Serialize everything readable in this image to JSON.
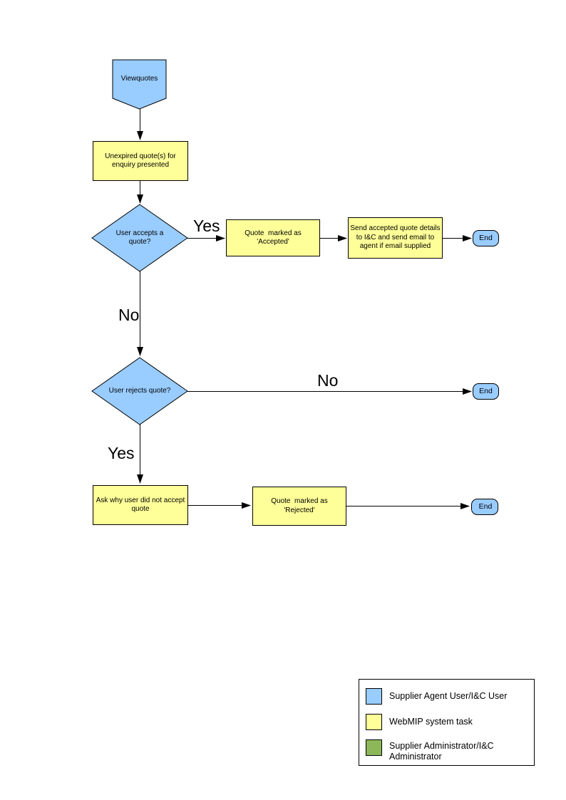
{
  "nodes": {
    "start": "Viewquotes",
    "present_quotes": "Unexpired quote(s) for enquiry presented",
    "accept_decision": "User accepts a quote?",
    "mark_accepted": "Quote  marked as 'Accepted'",
    "send_details": "Send accepted quote details to I&C and send email to agent if email supplied",
    "end_accept": "End",
    "reject_decision": "User rejects quote?",
    "end_no_reject": "End",
    "ask_why": "Ask why user did not accept quote",
    "mark_rejected": "Quote  marked as 'Rejected'",
    "end_reject": "End"
  },
  "edge_labels": {
    "accept_yes": "Yes",
    "accept_no": "No",
    "reject_no": "No",
    "reject_yes": "Yes"
  },
  "colors": {
    "user_shape": "#99CCFF",
    "system_task": "#FFFF99",
    "admin": "#8CB85A",
    "outline": "#000000"
  },
  "legend": {
    "items": [
      {
        "label": "Supplier Agent User/I&C User",
        "color": "#99CCFF"
      },
      {
        "label": "WebMIP system task",
        "color": "#FFFF99"
      },
      {
        "label": "Supplier Administrator/I&C Administrator",
        "color": "#8CB85A"
      }
    ]
  }
}
